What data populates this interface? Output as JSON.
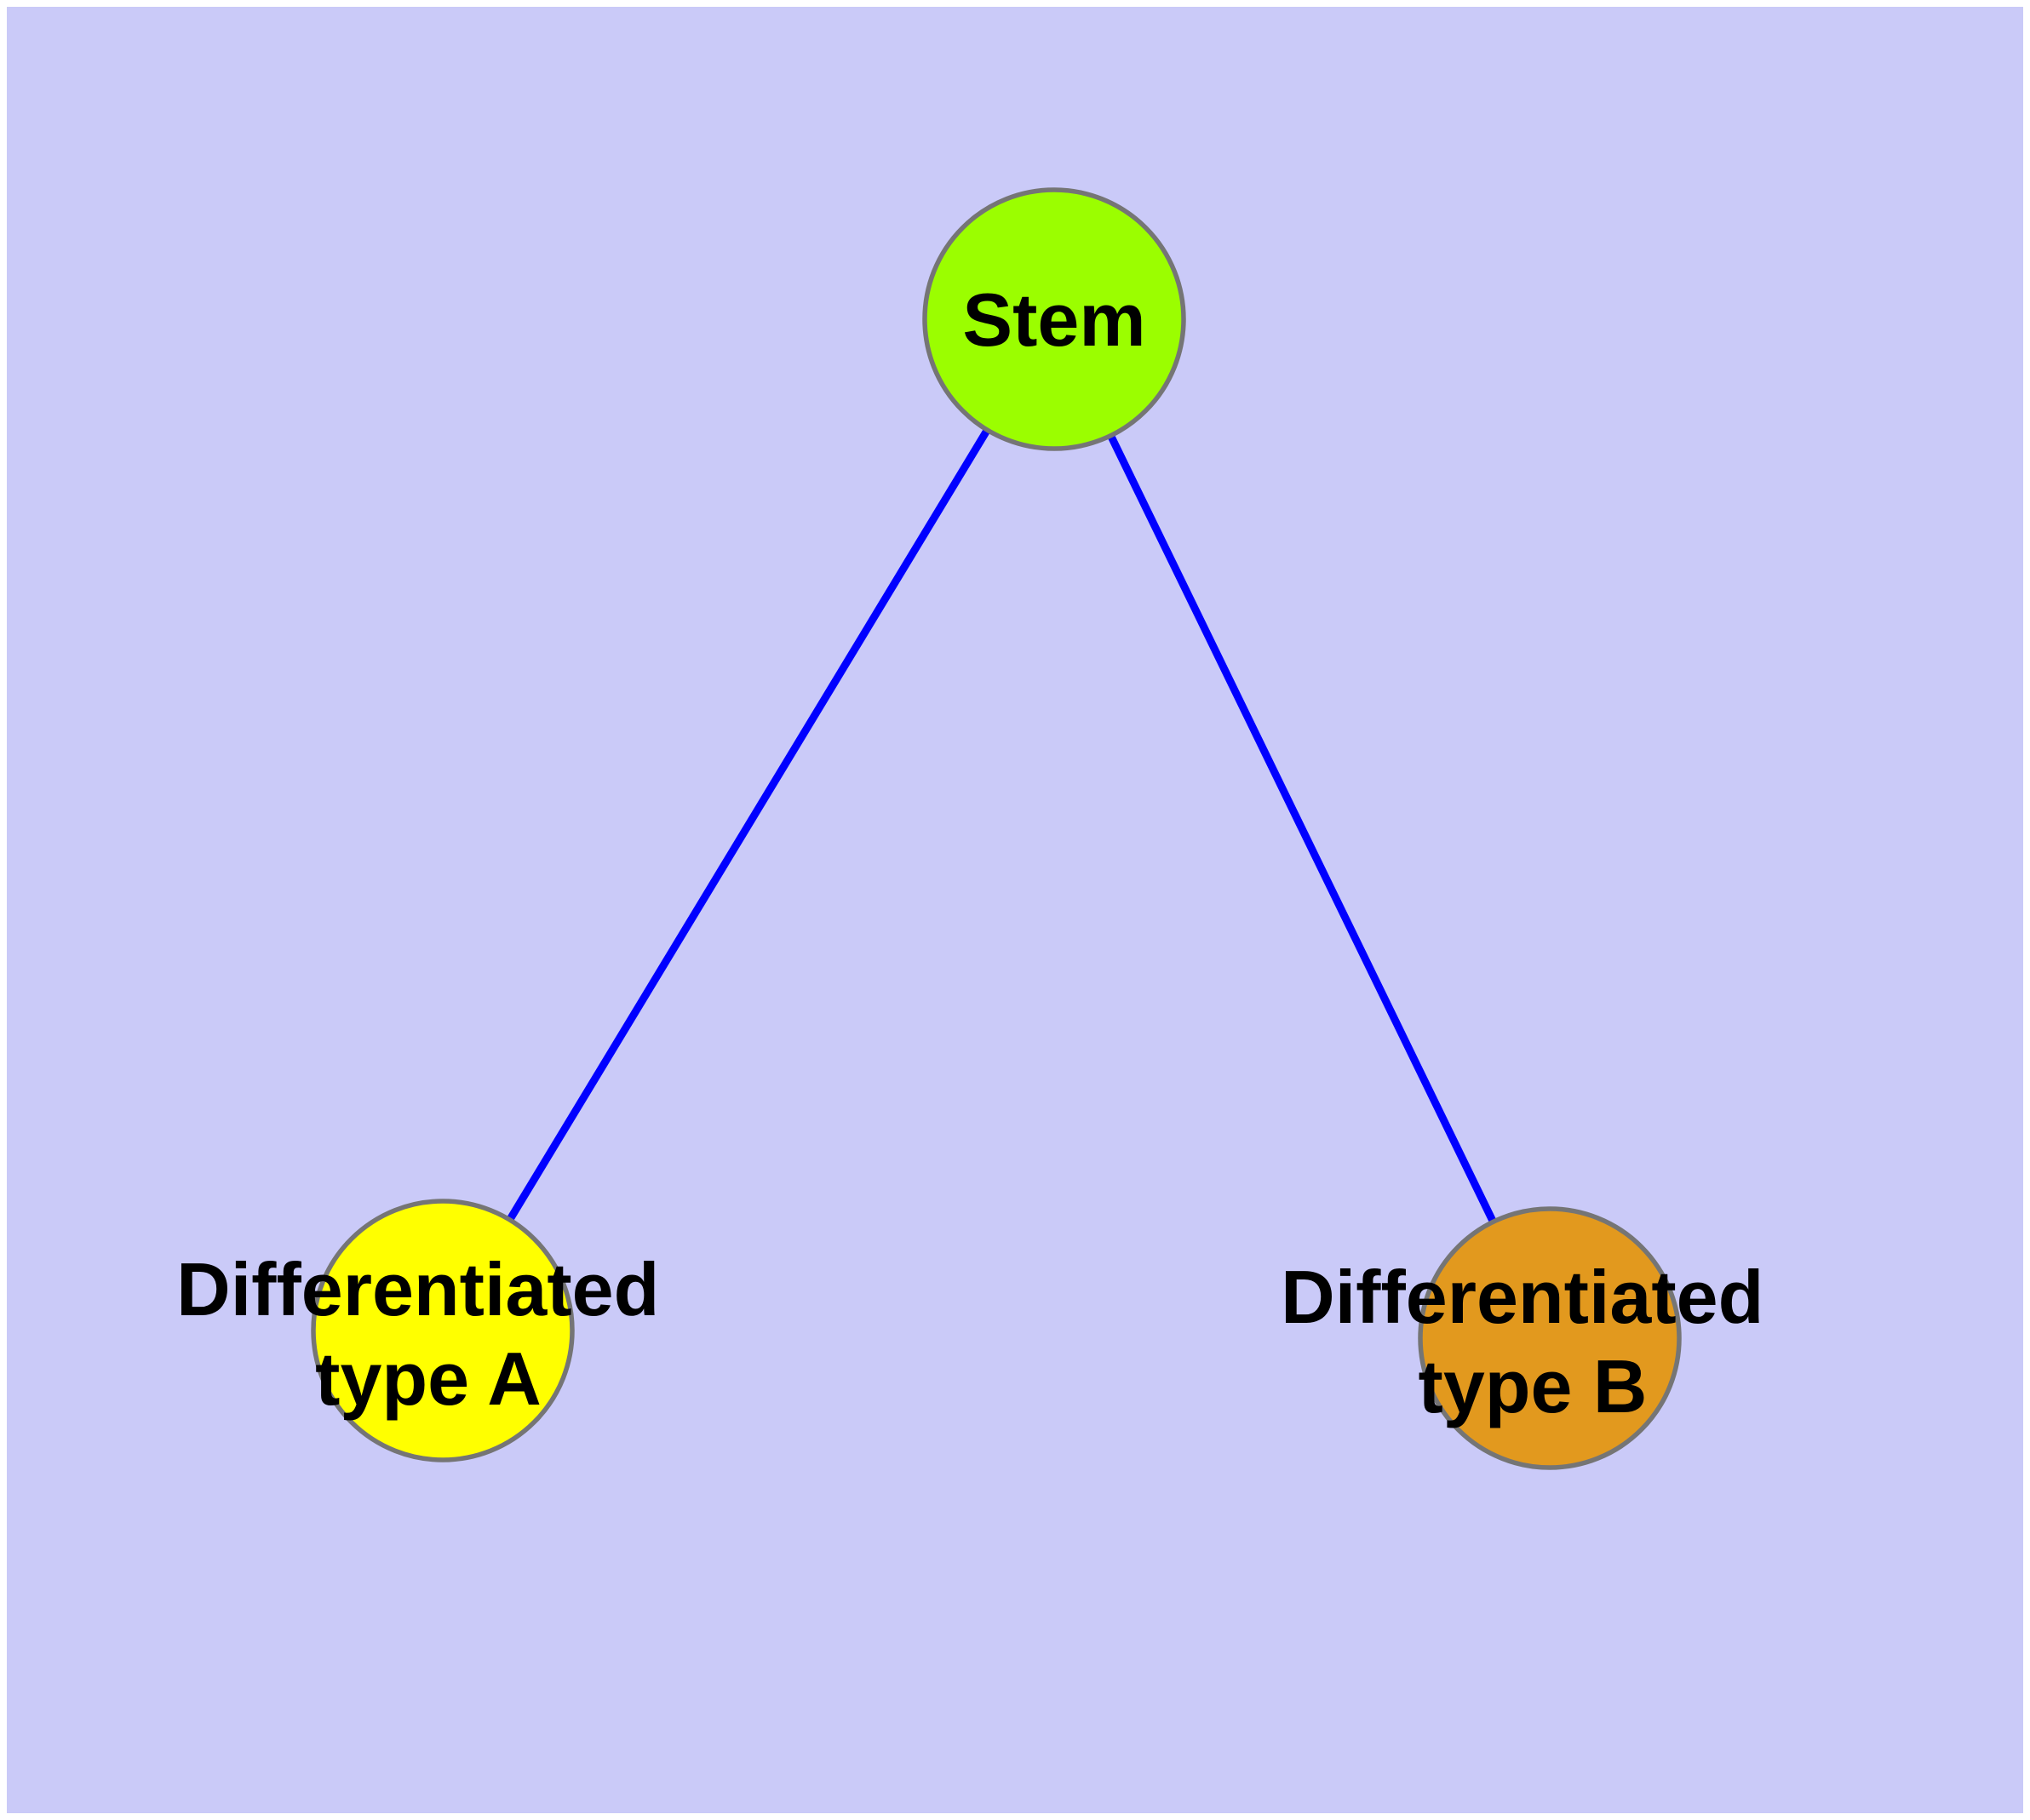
{
  "colors": {
    "page_margin": "#FFFFFF",
    "background": "#CACAF8",
    "edge": "#0000FF",
    "node_border": "#757575",
    "label": "#000000"
  },
  "nodes": [
    {
      "id": "stem",
      "label": "Stem",
      "label_lines": [
        "Stem"
      ],
      "color": "#9BFE00"
    },
    {
      "id": "type-a",
      "label": "Differentiated type A",
      "label_lines": [
        "Differentiated",
        "type A"
      ],
      "color": "#FFFF00"
    },
    {
      "id": "type-b",
      "label": "Differentiated type B",
      "label_lines": [
        "Differentiated",
        "type B"
      ],
      "color": "#E2991E"
    }
  ],
  "edges": [
    {
      "from": "Stem",
      "to": "Differentiated type A"
    },
    {
      "from": "Stem",
      "to": "Differentiated type B"
    }
  ]
}
